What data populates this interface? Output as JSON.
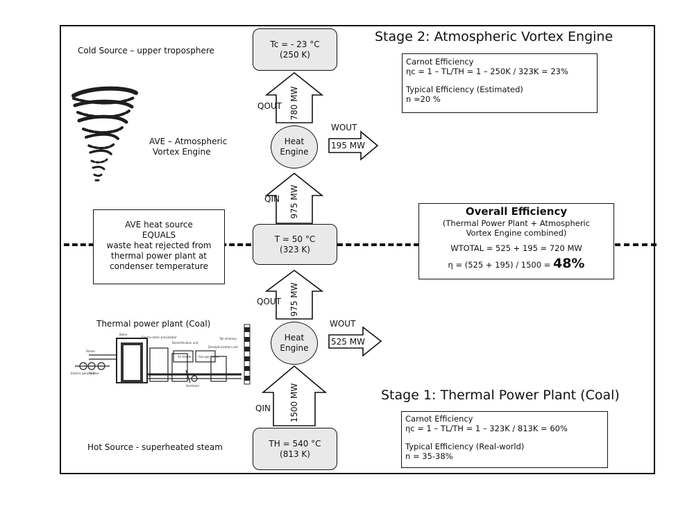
{
  "stage2": {
    "title": "Stage 2:  Atmospheric Vortex Engine",
    "cold_source_label": "Cold Source – upper troposphere",
    "cold_box": {
      "line1": "Tc = - 23 °C",
      "line2": "(250 K)"
    },
    "ave_label": {
      "line1": "AVE – Atmospheric",
      "line2": "Vortex Engine"
    },
    "q_out_label": "QOUT",
    "q_out_value": "780 MW",
    "w_out_label": "WOUT",
    "w_out_value": "195 MW",
    "q_in_label": "QIN",
    "q_in_value": "975 MW",
    "engine": {
      "line1": "Heat",
      "line2": "Engine"
    },
    "info": {
      "carnot_title": "Carnot Efficiency",
      "carnot_formula": "ηc = 1 – TL/TH = 1 – 250K / 323K = 23%",
      "typical_title": "Typical Efficiency (Estimated)",
      "typical_value": "n ≈20 %"
    }
  },
  "middle": {
    "ave_source": {
      "line1": "AVE heat source",
      "line2": "EQUALS",
      "line3": "waste heat rejected from",
      "line4": "thermal power plant at",
      "line5": "condenser temperature"
    },
    "mid_box": {
      "line1": "T = 50 °C",
      "line2": "(323 K)"
    },
    "overall": {
      "title": "Overall Efficiency",
      "subtitle1": "(Thermal Power Plant + Atmospheric",
      "subtitle2": "Vortex Engine combined)",
      "wtotal": "WTOTAL = 525 + 195 = 720 MW",
      "eta_prefix": "η = (525 + 195) / 1500 = ",
      "eta_value": "48%"
    }
  },
  "stage1": {
    "title": "Stage 1:  Thermal Power Plant (Coal)",
    "plant_label": "Thermal power plant (Coal)",
    "plant_diagram_labels": [
      "Boiler",
      "Electro-static precipitator",
      "Denitrification unit",
      "Tall chimney",
      "Air heater",
      "Desulphurization unit",
      "Gas-gas heater",
      "Steam",
      "Turbine",
      "Electric generator",
      "Ventilator"
    ],
    "q_out_label": "QOUT",
    "q_out_value": "975 MW",
    "w_out_label": "WOUT",
    "w_out_value": "525 MW",
    "q_in_label": "QIN",
    "q_in_value": "1500 MW",
    "engine": {
      "line1": "Heat",
      "line2": "Engine"
    },
    "hot_source_label": "Hot Source - superheated steam",
    "hot_box": {
      "line1": "TH = 540 °C",
      "line2": "(813 K)"
    },
    "info": {
      "carnot_title": "Carnot Efficiency",
      "carnot_formula": "ηc = 1 – TL/TH = 1 – 323K / 813K = 60%",
      "typical_title": "Typical Efficiency (Real-world)",
      "typical_value": "n = 35-38%"
    }
  }
}
